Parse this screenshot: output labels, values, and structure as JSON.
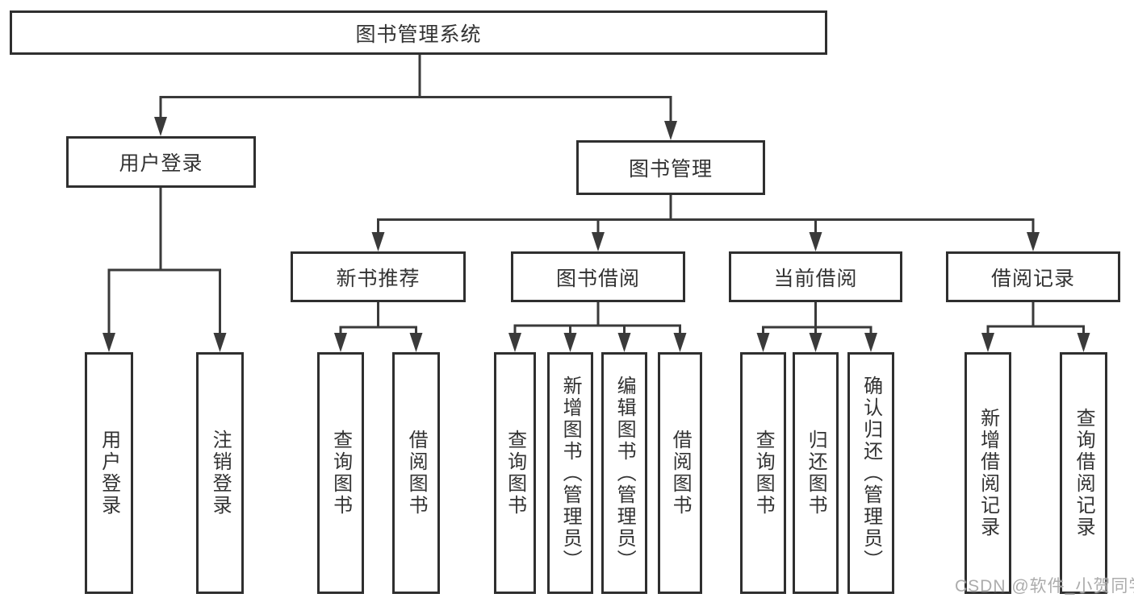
{
  "tree": {
    "label": "图书管理系统",
    "children": [
      {
        "label": "用户登录",
        "children": [
          {
            "label": "用户登录"
          },
          {
            "label": "注销登录"
          }
        ]
      },
      {
        "label": "图书管理",
        "children": [
          {
            "label": "新书推荐",
            "children": [
              {
                "label": "查询图书"
              },
              {
                "label": "借阅图书"
              }
            ]
          },
          {
            "label": "图书借阅",
            "children": [
              {
                "label": "查询图书"
              },
              {
                "label": "新增图书（管理员）"
              },
              {
                "label": "编辑图书（管理员）"
              },
              {
                "label": "借阅图书"
              }
            ]
          },
          {
            "label": "当前借阅",
            "children": [
              {
                "label": "查询图书"
              },
              {
                "label": "归还图书"
              },
              {
                "label": "确认归还（管理员）"
              }
            ]
          },
          {
            "label": "借阅记录",
            "children": [
              {
                "label": "新增借阅记录"
              },
              {
                "label": "查询借阅记录"
              }
            ]
          }
        ]
      }
    ]
  },
  "watermark": "CSDN @软件_小贺同学",
  "colors": {
    "line": "#3a3a3a",
    "box_border": "#2f2f2f",
    "text": "#333333",
    "box_background": "#ffffff",
    "page_background": "#ffffff",
    "watermark": "#a8a8a8"
  }
}
